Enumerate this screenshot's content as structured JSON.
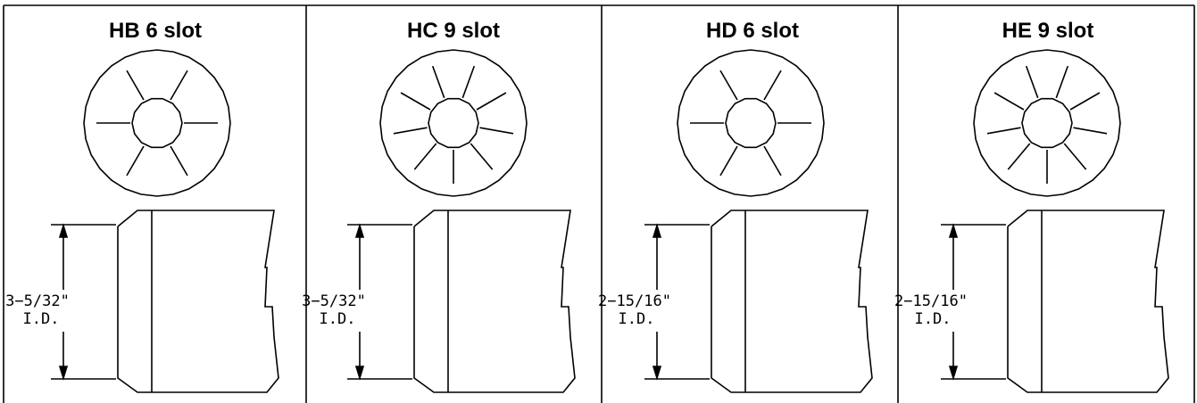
{
  "panels": [
    {
      "title": "HB 6 slot",
      "slots": 6,
      "dim_value": "3−5/32\"",
      "dim_unit": "I.D."
    },
    {
      "title": "HC 9 slot",
      "slots": 9,
      "dim_value": "3−5/32\"",
      "dim_unit": "I.D."
    },
    {
      "title": "HD 6 slot",
      "slots": 6,
      "dim_value": "2−15/16\"",
      "dim_unit": "I.D."
    },
    {
      "title": "HE 9 slot",
      "slots": 9,
      "dim_value": "2−15/16\"",
      "dim_unit": "I.D."
    }
  ]
}
